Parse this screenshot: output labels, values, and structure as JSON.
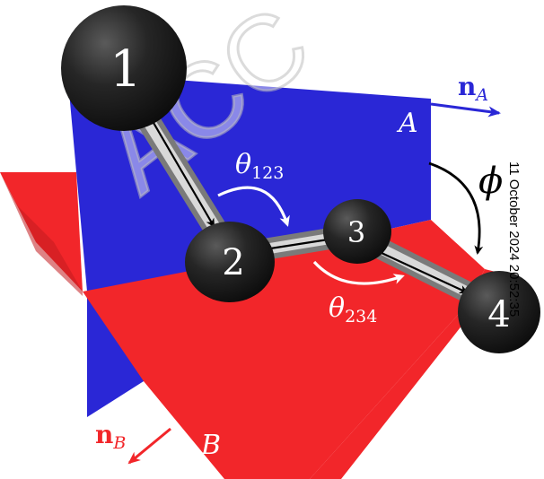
{
  "diagram": {
    "atoms": [
      {
        "label": "1"
      },
      {
        "label": "2"
      },
      {
        "label": "3"
      },
      {
        "label": "4"
      }
    ],
    "angles": {
      "theta_123": {
        "symbol": "θ",
        "subscript": "123"
      },
      "theta_234": {
        "symbol": "θ",
        "subscript": "234"
      },
      "phi": {
        "symbol": "ϕ"
      }
    },
    "planes": {
      "A": {
        "label": "A",
        "normal_bold": "n",
        "normal_sub": "A"
      },
      "B": {
        "label": "B",
        "normal_bold": "n",
        "normal_sub": "B"
      }
    },
    "watermark_text": "ACC",
    "timestamp": "11 October 2024 20:52:35"
  },
  "colors": {
    "plane_a": "#2a27d6",
    "plane_b": "#f2262a",
    "atom": "#1e1e1e",
    "bond": "#c8c8c8",
    "label_white": "#ffffff",
    "arrow_black": "#000000"
  }
}
